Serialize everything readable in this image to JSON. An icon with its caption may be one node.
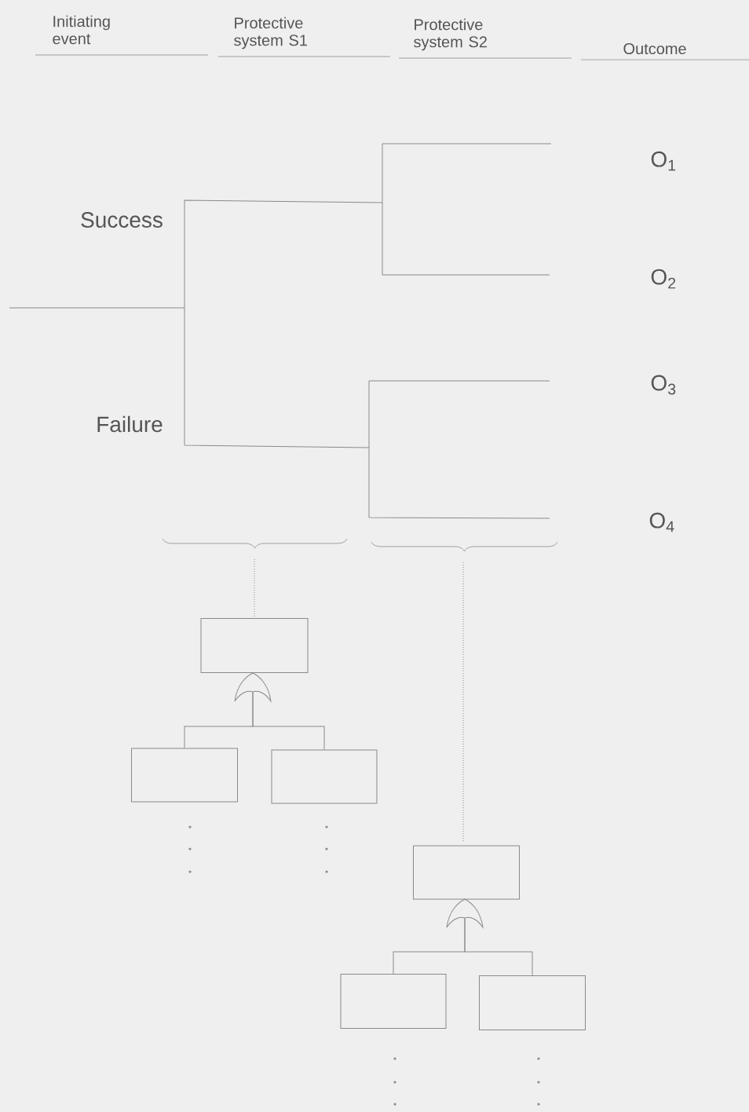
{
  "diagram": {
    "nodes": [
      {
        "text": [],
        "shape": "box"
      },
      {
        "text": [],
        "shape": "gate"
      },
      {
        "text": [],
        "shape": "box"
      },
      {
        "text": [],
        "shape": "box"
      },
      {
        "text": [],
        "shape": "box"
      },
      {
        "text": [],
        "shape": "gate"
      },
      {
        "text": [],
        "shape": "box"
      },
      {
        "text": [],
        "shape": "box"
      }
    ],
    "edges": [
      {
        "from": 2,
        "to": 1,
        "arrow": "none"
      },
      {
        "from": 3,
        "to": 1,
        "arrow": "none"
      },
      {
        "from": 6,
        "to": 5,
        "arrow": "none"
      },
      {
        "from": 7,
        "to": 5,
        "arrow": "none"
      }
    ],
    "labels": [
      "Initiating event",
      "Protective system S1",
      "Protective system S2",
      "Outcome",
      "Success",
      "Failure",
      "O$_{1}$",
      "O$_{2}$",
      "O$_{3}$",
      "O$_{4}$"
    ]
  }
}
